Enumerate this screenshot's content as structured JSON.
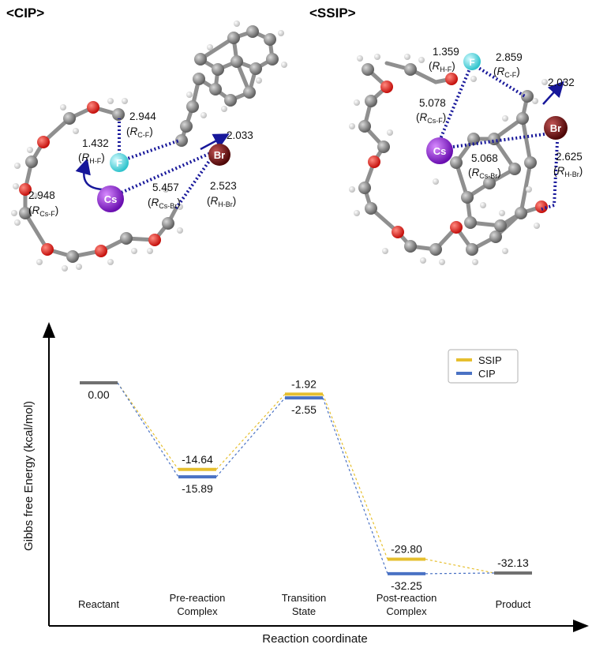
{
  "panels": {
    "cip_title": "<CIP>",
    "ssip_title": "<SSIP>"
  },
  "atoms": {
    "cs": "Cs",
    "f": "F",
    "br": "Br"
  },
  "cip": {
    "d_cf": "2.944",
    "d_cf_sym": "R",
    "d_cf_sub": "C-F",
    "d_hf": "1.432",
    "d_hf_sym": "R",
    "d_hf_sub": "H-F",
    "d_csf": "2.948",
    "d_csf_sym": "R",
    "d_csf_sub": "Cs-F",
    "d_csbr": "5.457",
    "d_csbr_sym": "R",
    "d_csbr_sub": "Cs-Br",
    "d_hbr": "2.523",
    "d_hbr_sym": "R",
    "d_hbr_sub": "H-Br",
    "d_cbr": "2.033"
  },
  "ssip": {
    "d_hf": "1.359",
    "d_hf_sym": "R",
    "d_hf_sub": "H-F",
    "d_cf": "2.859",
    "d_cf_sym": "R",
    "d_cf_sub": "C-F",
    "d_csf": "5.078",
    "d_csf_sym": "R",
    "d_csf_sub": "Cs-F",
    "d_csbr": "5.068",
    "d_csbr_sym": "R",
    "d_csbr_sub": "Cs-Br",
    "d_hbr": "2.625",
    "d_hbr_sym": "R",
    "d_hbr_sub": "H-Br",
    "d_cbr": "2.032"
  },
  "colors": {
    "ssip": "#e6bf2e",
    "cip": "#4a72c4",
    "shared": "#707070",
    "carbon": "#8a8a8a",
    "oxygen": "#e0231f",
    "hydrogen": "#f2f2f2",
    "fluorine": "#66e0e6",
    "cesium": "#8a1fd9",
    "bromine": "#7a1414",
    "contact": "#17179a"
  },
  "chart_data": {
    "type": "energy-profile",
    "ylabel": "Gibbs free Energy (kcal/mol)",
    "xlabel": "Reaction coordinate",
    "categories": [
      "Reactant",
      "Pre-reaction\nComplex",
      "Transition\nState",
      "Post-reaction\nComplex",
      "Product"
    ],
    "ylim": [
      -38,
      6
    ],
    "shared_levels": [
      {
        "x": 0,
        "value": 0.0,
        "label": "0.00"
      },
      {
        "x": 4,
        "value": -32.13,
        "label": "-32.13"
      }
    ],
    "series": [
      {
        "name": "SSIP",
        "values": [
          0.0,
          -14.64,
          -1.92,
          -29.8,
          -32.13
        ],
        "labels": [
          "",
          "-14.64",
          "-1.92",
          "-29.80",
          ""
        ]
      },
      {
        "name": "CIP",
        "values": [
          0.0,
          -15.89,
          -2.55,
          -32.25,
          -32.13
        ],
        "labels": [
          "",
          "-15.89",
          "-2.55",
          "-32.25",
          ""
        ]
      }
    ],
    "legend": {
      "placement": "top-right",
      "entries": [
        "SSIP",
        "CIP"
      ]
    },
    "grid": false
  }
}
